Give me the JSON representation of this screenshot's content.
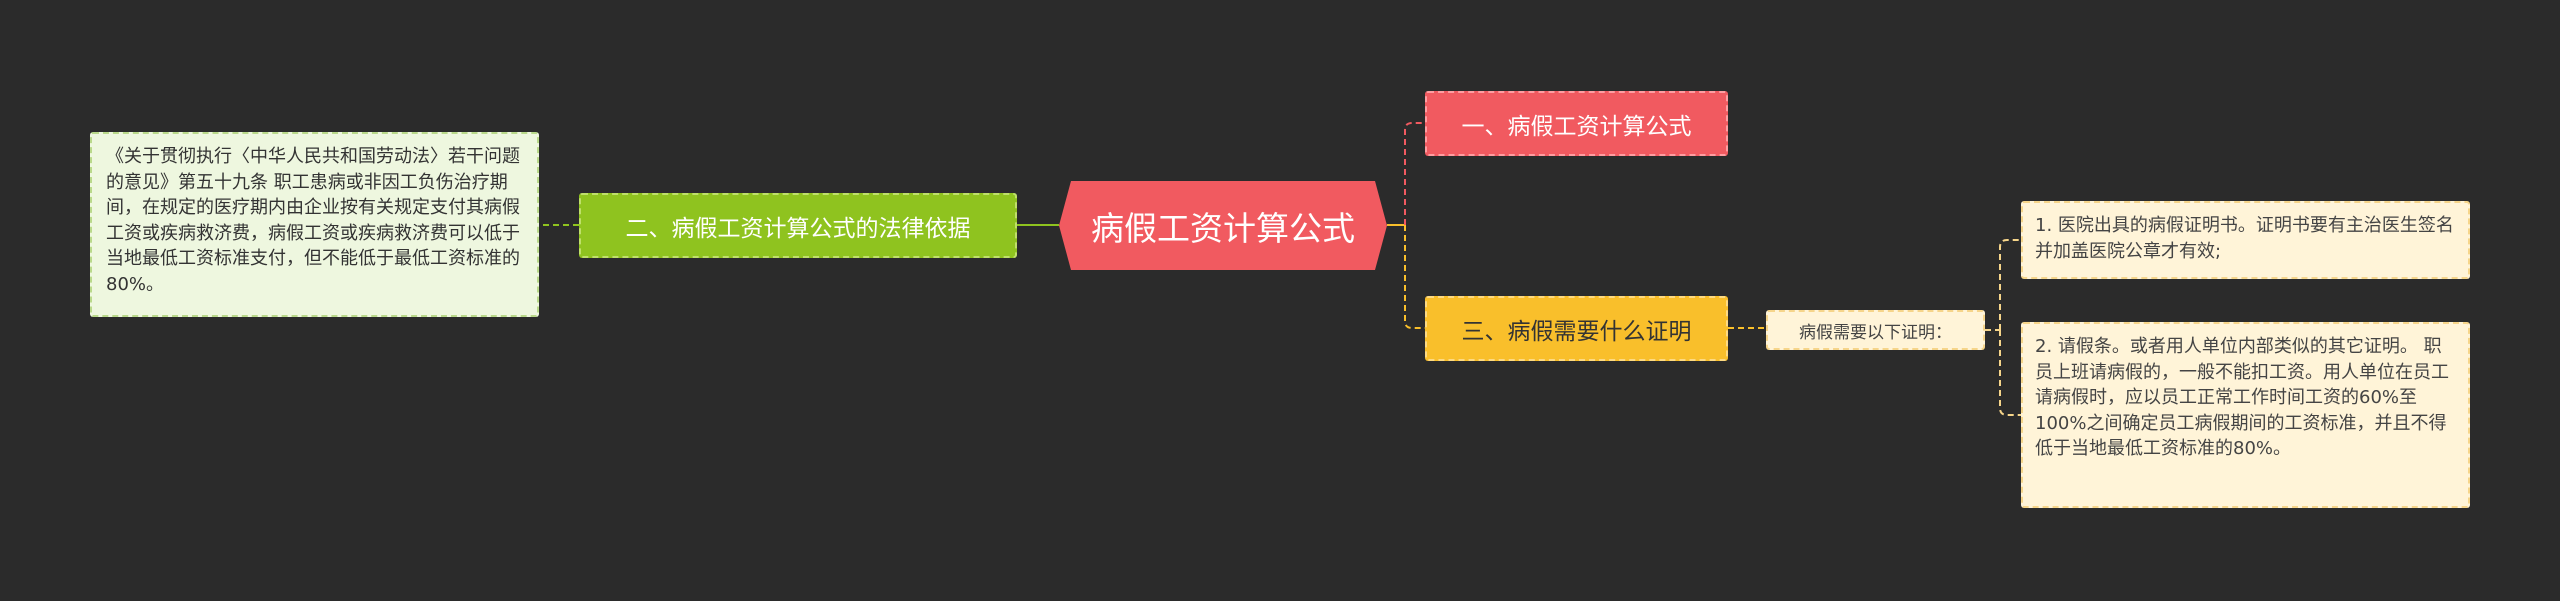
{
  "diagram": {
    "root": {
      "label": "病假工资计算公式",
      "color": "#f15a60"
    },
    "branches": [
      {
        "id": "b1",
        "label": "一、病假工资计算公式",
        "color": "#f15a60"
      },
      {
        "id": "b2",
        "label": "二、病假工资计算公式的法律依据",
        "color": "#8fc31f",
        "children": [
          {
            "text": "《关于贯彻执行〈中华人民共和国劳动法〉若干问题的意见》第五十九条 职工患病或非因工负伤治疗期间，在规定的医疗期内由企业按有关规定支付其病假工资或疾病救济费，病假工资或疾病救济费可以低于当地最低工资标准支付，但不能低于最低工资标准的80%。"
          }
        ]
      },
      {
        "id": "b3",
        "label": "三、病假需要什么证明",
        "color": "#f9bf2b",
        "children": [
          {
            "text": "病假需要以下证明：",
            "children": [
              {
                "text": "1. 医院出具的病假证明书。证明书要有主治医生签名并加盖医院公章才有效;"
              },
              {
                "text": "2. 请假条。或者用人单位内部类似的其它证明。 职员上班请病假的，一般不能扣工资。用人单位在员工请病假时，应以员工正常工作时间工资的60%至100%之间确定员工病假期间的工资标准，并且不得低于当地最低工资标准的80%。"
              }
            ]
          }
        ]
      }
    ]
  },
  "colors": {
    "background": "#2b2b2b",
    "leaf_green_bg": "#eef7df",
    "leaf_yellow_bg": "#fff4d8"
  }
}
